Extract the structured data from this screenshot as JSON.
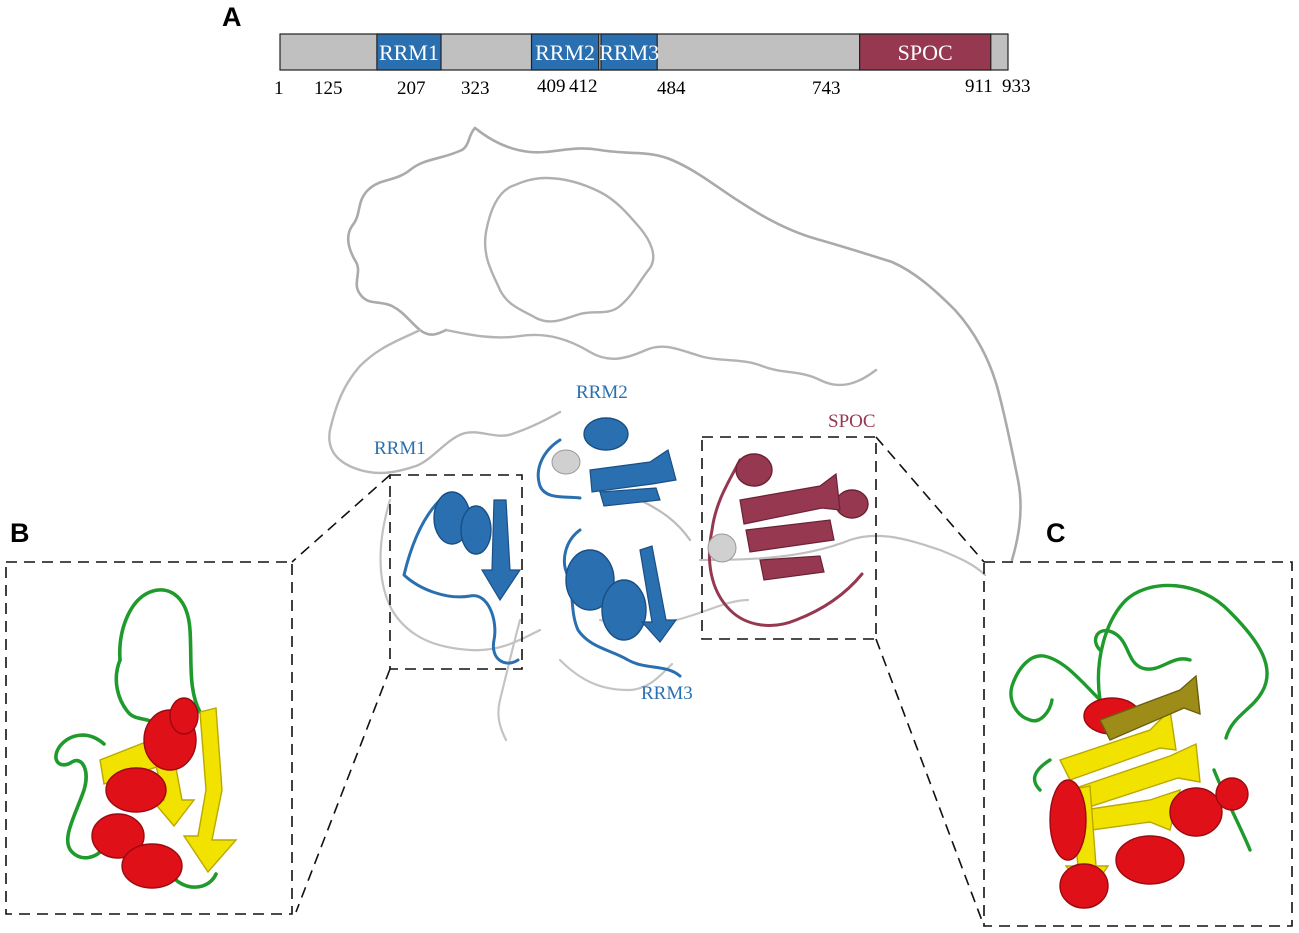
{
  "panels": {
    "a": "A",
    "b": "B",
    "c": "C"
  },
  "colors": {
    "domain_bg": "#c0c0c0",
    "rrm": "#2a6fb0",
    "spoc": "#963850",
    "helix": "#e01018",
    "sheet": "#f2e200",
    "loop": "#1f9a2c",
    "linker": "#b5b5b5"
  },
  "domain_bar": {
    "length": 933,
    "domains": [
      {
        "name": "RRM1",
        "start": 125,
        "end": 207,
        "color": "#2a6fb0"
      },
      {
        "name": "RRM2",
        "start": 323,
        "end": 409,
        "color": "#2a6fb0"
      },
      {
        "name": "RRM3",
        "start": 412,
        "end": 484,
        "color": "#2a6fb0"
      },
      {
        "name": "SPOC",
        "start": 743,
        "end": 911,
        "color": "#963850"
      }
    ],
    "positions": [
      "1",
      "125",
      "207",
      "323",
      "409",
      "412",
      "484",
      "743",
      "911",
      "933"
    ]
  },
  "structure_labels": {
    "rrm1": "RRM1",
    "rrm2": "RRM2",
    "rrm3": "RRM3",
    "spoc": "SPOC"
  }
}
